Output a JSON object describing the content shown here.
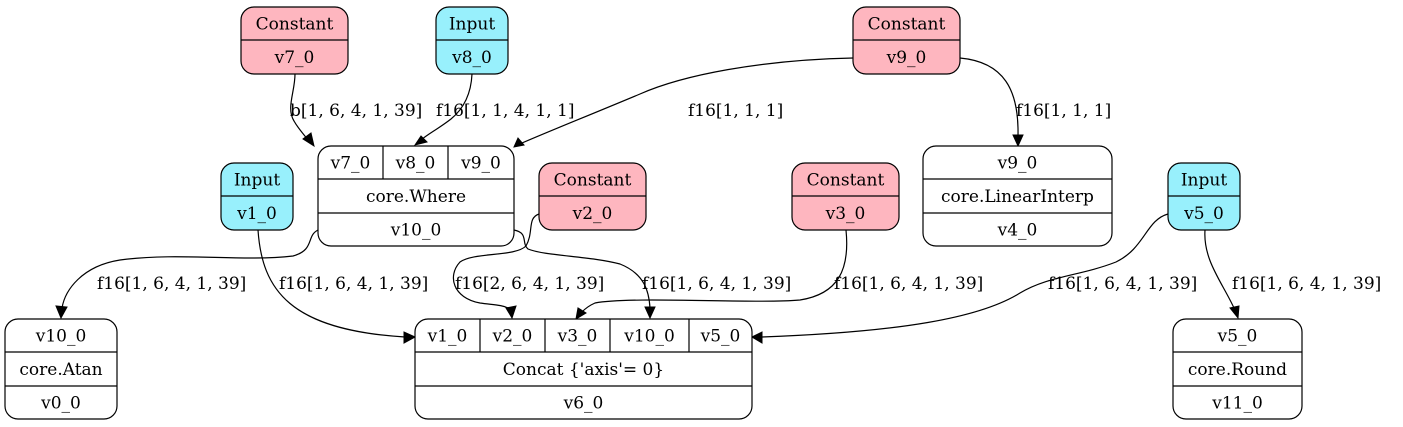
{
  "colors": {
    "input_fill": "#98f0fc",
    "constant_fill": "#feb6bf",
    "op_fill": "#ffffff",
    "stroke": "#000000"
  },
  "nodes": {
    "n_v7": {
      "rows": [
        [
          "Constant"
        ],
        [
          "v7_0"
        ]
      ],
      "kind": "constant"
    },
    "n_v8": {
      "rows": [
        [
          "Input"
        ],
        [
          "v8_0"
        ]
      ],
      "kind": "input"
    },
    "n_v9": {
      "rows": [
        [
          "Constant"
        ],
        [
          "v9_0"
        ]
      ],
      "kind": "constant"
    },
    "n_v1": {
      "rows": [
        [
          "Input"
        ],
        [
          "v1_0"
        ]
      ],
      "kind": "input"
    },
    "n_v2": {
      "rows": [
        [
          "Constant"
        ],
        [
          "v2_0"
        ]
      ],
      "kind": "constant"
    },
    "n_v3": {
      "rows": [
        [
          "Constant"
        ],
        [
          "v3_0"
        ]
      ],
      "kind": "constant"
    },
    "n_v5": {
      "rows": [
        [
          "Input"
        ],
        [
          "v5_0"
        ]
      ],
      "kind": "input"
    },
    "n_where": {
      "rows": [
        [
          "v7_0",
          "v8_0",
          "v9_0"
        ],
        [
          "core.Where"
        ],
        [
          "v10_0"
        ]
      ],
      "kind": "op"
    },
    "n_lerp": {
      "rows": [
        [
          "v9_0"
        ],
        [
          "core.LinearInterp"
        ],
        [
          "v4_0"
        ]
      ],
      "kind": "op"
    },
    "n_atan": {
      "rows": [
        [
          "v10_0"
        ],
        [
          "core.Atan"
        ],
        [
          "v0_0"
        ]
      ],
      "kind": "op"
    },
    "n_concat": {
      "rows": [
        [
          "v1_0",
          "v2_0",
          "v3_0",
          "v10_0",
          "v5_0"
        ],
        [
          "Concat {'axis'= 0}"
        ],
        [
          "v6_0"
        ]
      ],
      "kind": "op"
    },
    "n_round": {
      "rows": [
        [
          "v5_0"
        ],
        [
          "core.Round"
        ],
        [
          "v11_0"
        ]
      ],
      "kind": "op"
    }
  },
  "edges": [
    {
      "id": "e_v7_where",
      "label": "b[1, 6, 4, 1, 39]"
    },
    {
      "id": "e_v8_where",
      "label": "f16[1, 1, 4, 1, 1]"
    },
    {
      "id": "e_v9_where",
      "label": "f16[1, 1, 1]"
    },
    {
      "id": "e_v9_lerp",
      "label": "f16[1, 1, 1]"
    },
    {
      "id": "e_where_atan",
      "label": "f16[1, 6, 4, 1, 39]"
    },
    {
      "id": "e_v1_concat",
      "label": "f16[1, 6, 4, 1, 39]"
    },
    {
      "id": "e_v2_concat",
      "label": "f16[2, 6, 4, 1, 39]"
    },
    {
      "id": "e_where_concat",
      "label": "f16[1, 6, 4, 1, 39]"
    },
    {
      "id": "e_v3_concat",
      "label": "f16[1, 6, 4, 1, 39]"
    },
    {
      "id": "e_v5_concat",
      "label": "f16[1, 6, 4, 1, 39]"
    },
    {
      "id": "e_v5_round",
      "label": "f16[1, 6, 4, 1, 39]"
    }
  ]
}
